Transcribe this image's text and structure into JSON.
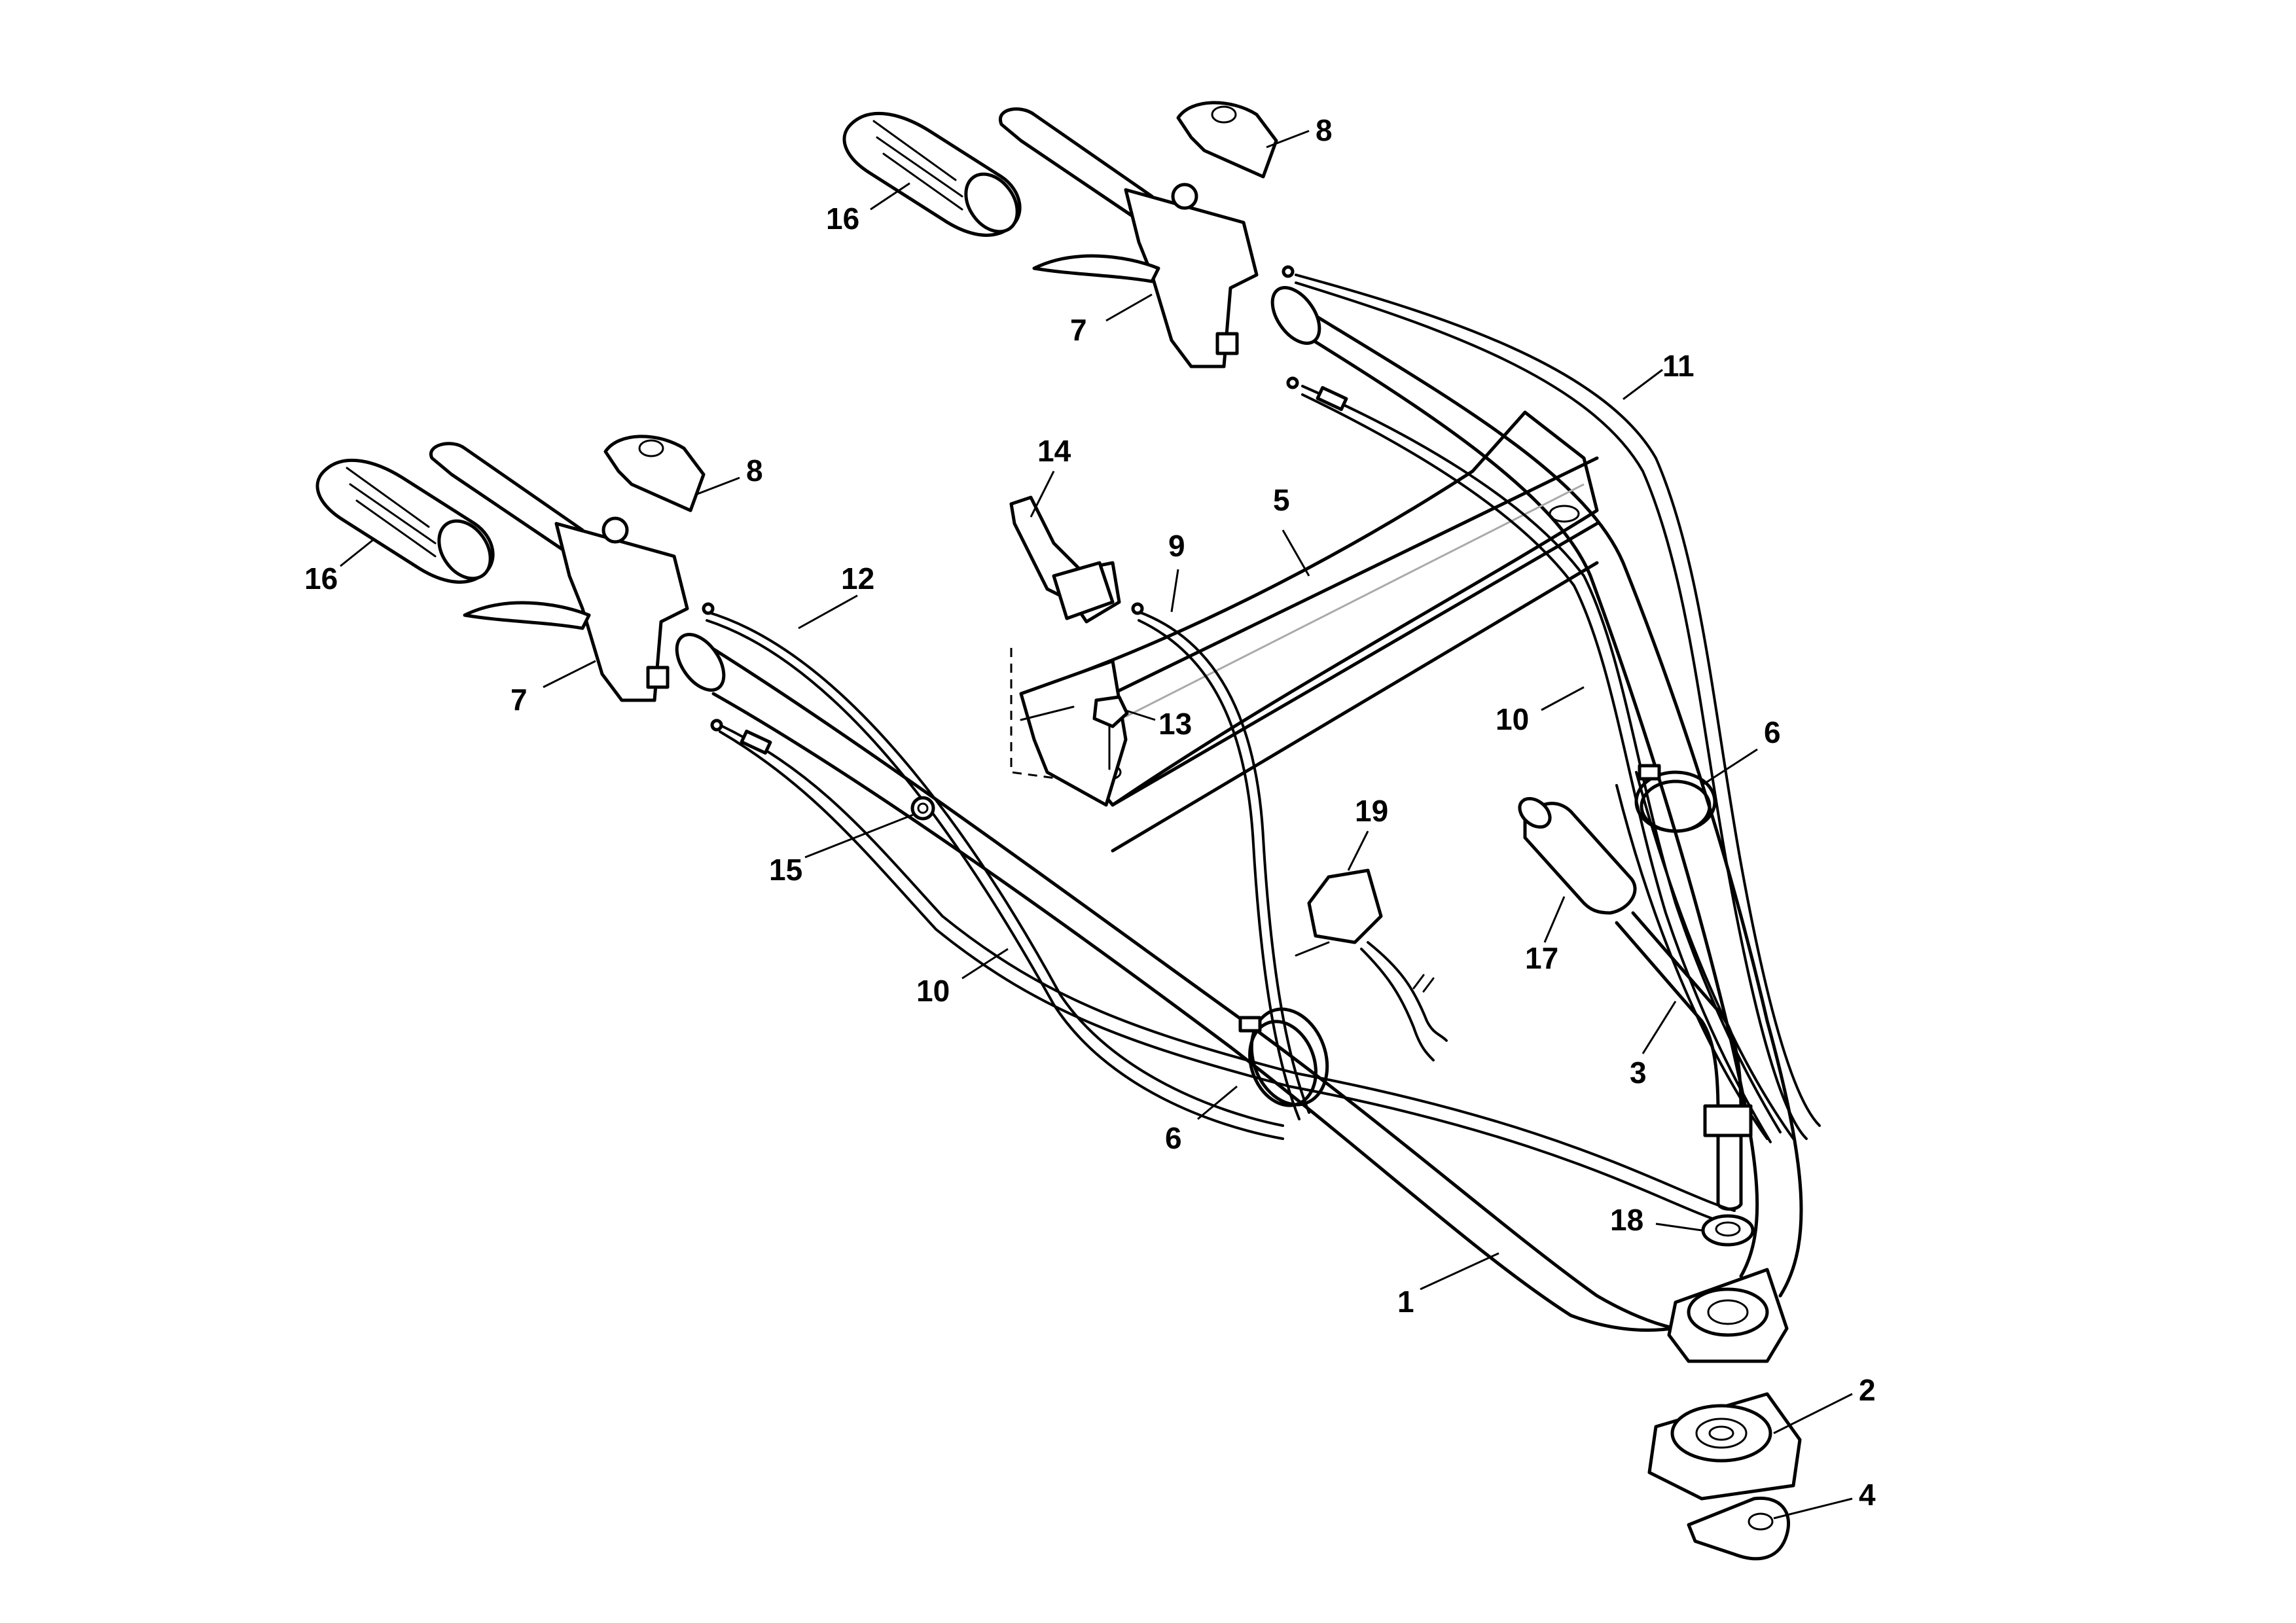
{
  "callouts": [
    {
      "id": "c16a",
      "label": "16"
    },
    {
      "id": "c7a",
      "label": "7"
    },
    {
      "id": "c8a",
      "label": "8"
    },
    {
      "id": "c11",
      "label": "11"
    },
    {
      "id": "c16b",
      "label": "16"
    },
    {
      "id": "c8b",
      "label": "8"
    },
    {
      "id": "c7b",
      "label": "7"
    },
    {
      "id": "c12",
      "label": "12"
    },
    {
      "id": "c14",
      "label": "14"
    },
    {
      "id": "c5",
      "label": "5"
    },
    {
      "id": "c9",
      "label": "9"
    },
    {
      "id": "c13",
      "label": "13"
    },
    {
      "id": "c10a",
      "label": "10"
    },
    {
      "id": "c6a",
      "label": "6"
    },
    {
      "id": "c19",
      "label": "19"
    },
    {
      "id": "c15",
      "label": "15"
    },
    {
      "id": "c17",
      "label": "17"
    },
    {
      "id": "c10b",
      "label": "10"
    },
    {
      "id": "c3",
      "label": "3"
    },
    {
      "id": "c6b",
      "label": "6"
    },
    {
      "id": "c18",
      "label": "18"
    },
    {
      "id": "c1",
      "label": "1"
    },
    {
      "id": "c2",
      "label": "2"
    },
    {
      "id": "c4",
      "label": "4"
    }
  ]
}
